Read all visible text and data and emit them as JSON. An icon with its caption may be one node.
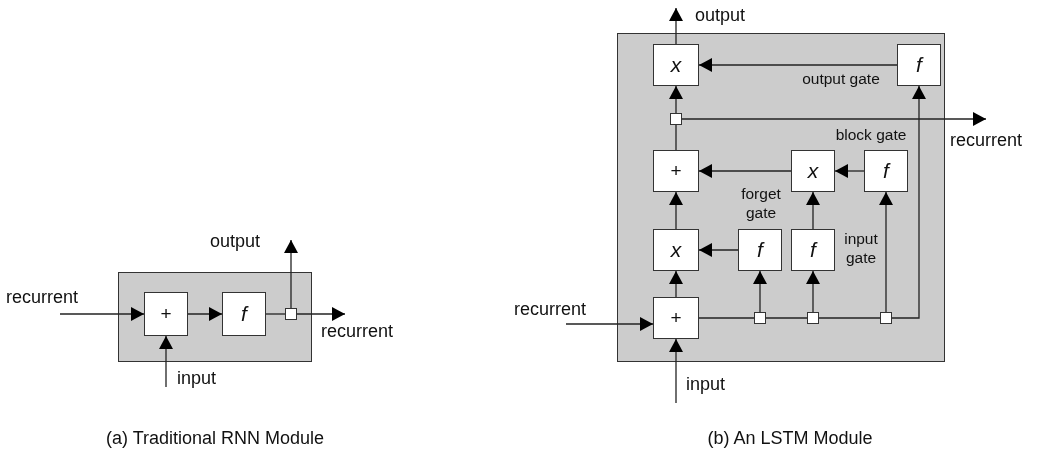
{
  "diagram": {
    "nodes": [
      {
        "text": [],
        "shape": "box"
      },
      {
        "text": [
          "+"
        ],
        "in": 0
      },
      {
        "text": [
          "f"
        ],
        "in": 0
      },
      {
        "text": [],
        "shape": "box",
        "in": 0
      },
      {
        "text": [
          "recurrent"
        ]
      },
      {
        "text": [
          "output"
        ]
      },
      {
        "text": [
          "recurrent"
        ]
      },
      {
        "text": [
          "input"
        ]
      },
      {
        "text": [],
        "shape": "box"
      },
      {
        "text": [
          "x"
        ],
        "in": 8
      },
      {
        "text": [
          "f"
        ],
        "in": 8,
        "beside": [
          "output gate"
        ]
      },
      {
        "text": [],
        "shape": "box",
        "in": 8
      },
      {
        "text": [
          "+"
        ],
        "in": 8
      },
      {
        "text": [
          "x"
        ],
        "in": 8
      },
      {
        "text": [
          "f"
        ],
        "in": 8,
        "beside": [
          "block gate"
        ]
      },
      {
        "text": [
          "x"
        ],
        "in": 8
      },
      {
        "text": [
          "f"
        ],
        "in": 8,
        "beside": [
          "forget gate"
        ]
      },
      {
        "text": [
          "f"
        ],
        "in": 8,
        "beside": [
          "input gate"
        ]
      },
      {
        "text": [
          "+"
        ],
        "in": 8
      },
      {
        "text": [],
        "shape": "box",
        "in": 8
      },
      {
        "text": [],
        "shape": "box",
        "in": 8
      },
      {
        "text": [],
        "shape": "box",
        "in": 8
      },
      {
        "text": [
          "output"
        ]
      },
      {
        "text": [
          "recurrent"
        ]
      },
      {
        "text": [
          "recurrent"
        ]
      },
      {
        "text": [
          "input"
        ]
      }
    ],
    "edges": [
      {
        "from": 4,
        "to": 1,
        "arrow": "to"
      },
      {
        "from": 7,
        "to": 1,
        "arrow": "to"
      },
      {
        "from": 1,
        "to": 2,
        "arrow": "to"
      },
      {
        "from": 2,
        "to": 3,
        "arrow": "none"
      },
      {
        "from": 3,
        "to": 5,
        "arrow": "to"
      },
      {
        "from": 3,
        "to": 6,
        "arrow": "to"
      },
      {
        "from": 10,
        "to": 9,
        "arrow": "to"
      },
      {
        "from": 9,
        "to": 22,
        "arrow": "to"
      },
      {
        "from": 11,
        "to": 9,
        "arrow": "to"
      },
      {
        "from": 11,
        "to": 23,
        "arrow": "to"
      },
      {
        "from": 12,
        "to": 11,
        "arrow": "none"
      },
      {
        "from": 13,
        "to": 12,
        "arrow": "to"
      },
      {
        "from": 14,
        "to": 13,
        "arrow": "to"
      },
      {
        "from": 17,
        "to": 13,
        "arrow": "to"
      },
      {
        "from": 15,
        "to": 12,
        "arrow": "to"
      },
      {
        "from": 16,
        "to": 15,
        "arrow": "to"
      },
      {
        "from": 18,
        "to": 15,
        "arrow": "to"
      },
      {
        "from": 18,
        "to": 19,
        "arrow": "none"
      },
      {
        "from": 19,
        "to": 20,
        "arrow": "none"
      },
      {
        "from": 20,
        "to": 21,
        "arrow": "none"
      },
      {
        "from": 19,
        "to": 16,
        "arrow": "to"
      },
      {
        "from": 20,
        "to": 17,
        "arrow": "to"
      },
      {
        "from": 21,
        "to": 14,
        "arrow": "to"
      },
      {
        "from": 21,
        "to": 10,
        "arrow": "to"
      },
      {
        "from": 24,
        "to": 18,
        "arrow": "to"
      },
      {
        "from": 25,
        "to": 18,
        "arrow": "to"
      }
    ],
    "labels": [
      "(a) Traditional RNN Module",
      "(b) An LSTM Module"
    ]
  }
}
